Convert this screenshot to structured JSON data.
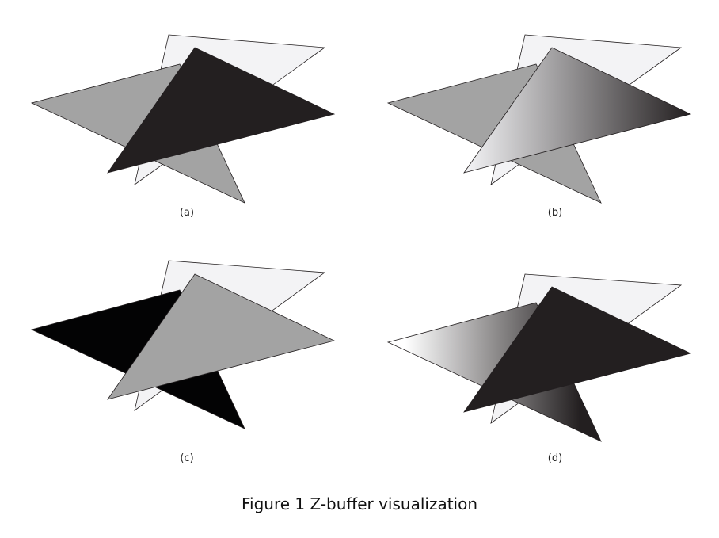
{
  "caption": "Figure 1 Z-buffer visualization",
  "panels": [
    {
      "label": "(a)",
      "colors": {
        "back": "#f3f3f5",
        "middle": "#a3a3a3",
        "front": "#231f20"
      }
    },
    {
      "label": "(b)",
      "colors": {
        "back": "#f3f3f5",
        "middle": "#a3a3a3",
        "front_gradient": [
          "#f4f4f6",
          "#231f20"
        ]
      }
    },
    {
      "label": "(c)",
      "colors": {
        "back": "#f3f3f5",
        "middle": "#030304",
        "front": "#a3a3a3"
      }
    },
    {
      "label": "(d)",
      "colors": {
        "back": "#f3f3f5",
        "middle_gradient": [
          "#ffffff",
          "#231f20"
        ],
        "front": "#231f20"
      }
    }
  ]
}
